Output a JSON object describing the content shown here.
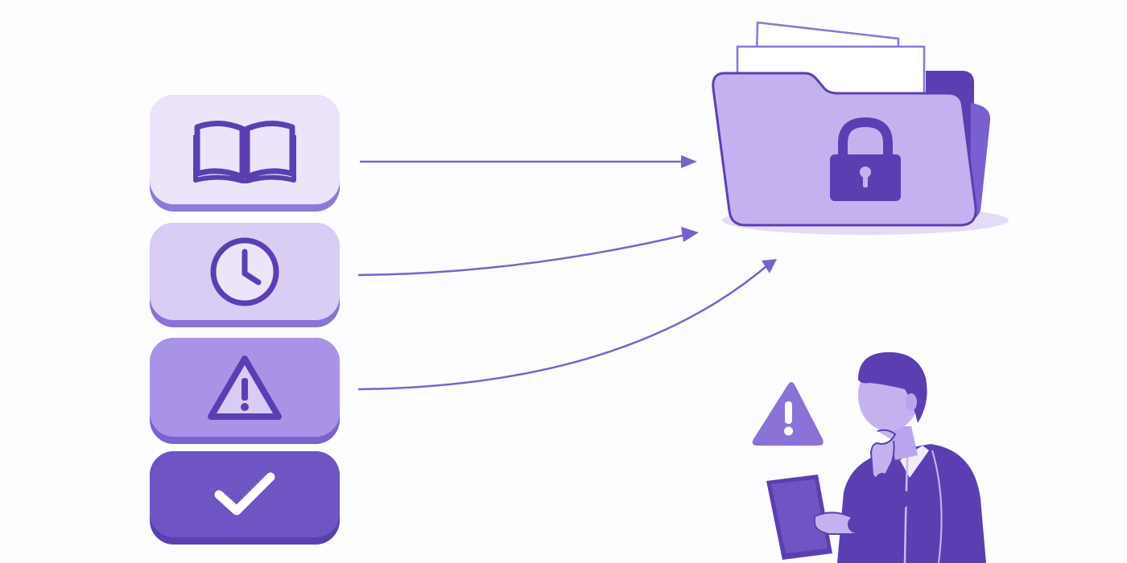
{
  "diagram": {
    "items": [
      {
        "icon": "book-icon",
        "meaning": "documentation"
      },
      {
        "icon": "clock-icon",
        "meaning": "time"
      },
      {
        "icon": "warning-icon",
        "meaning": "risk"
      },
      {
        "icon": "checkmark-icon",
        "meaning": "verified"
      }
    ],
    "target": {
      "icon": "locked-folder-icon"
    },
    "figure": {
      "icon": "person-with-tablet-icon",
      "alert": "warning-icon"
    }
  },
  "colors": {
    "background": "#fdfcfe",
    "primary": "#5b3fb2",
    "arrow": "#7a62cc",
    "tile_light": "#ebe4fb",
    "tile_mid": "#d9cdf5",
    "tile_strong": "#a993e6",
    "tile_dark": "#6f55c3",
    "folder": "#c4b2f0"
  }
}
